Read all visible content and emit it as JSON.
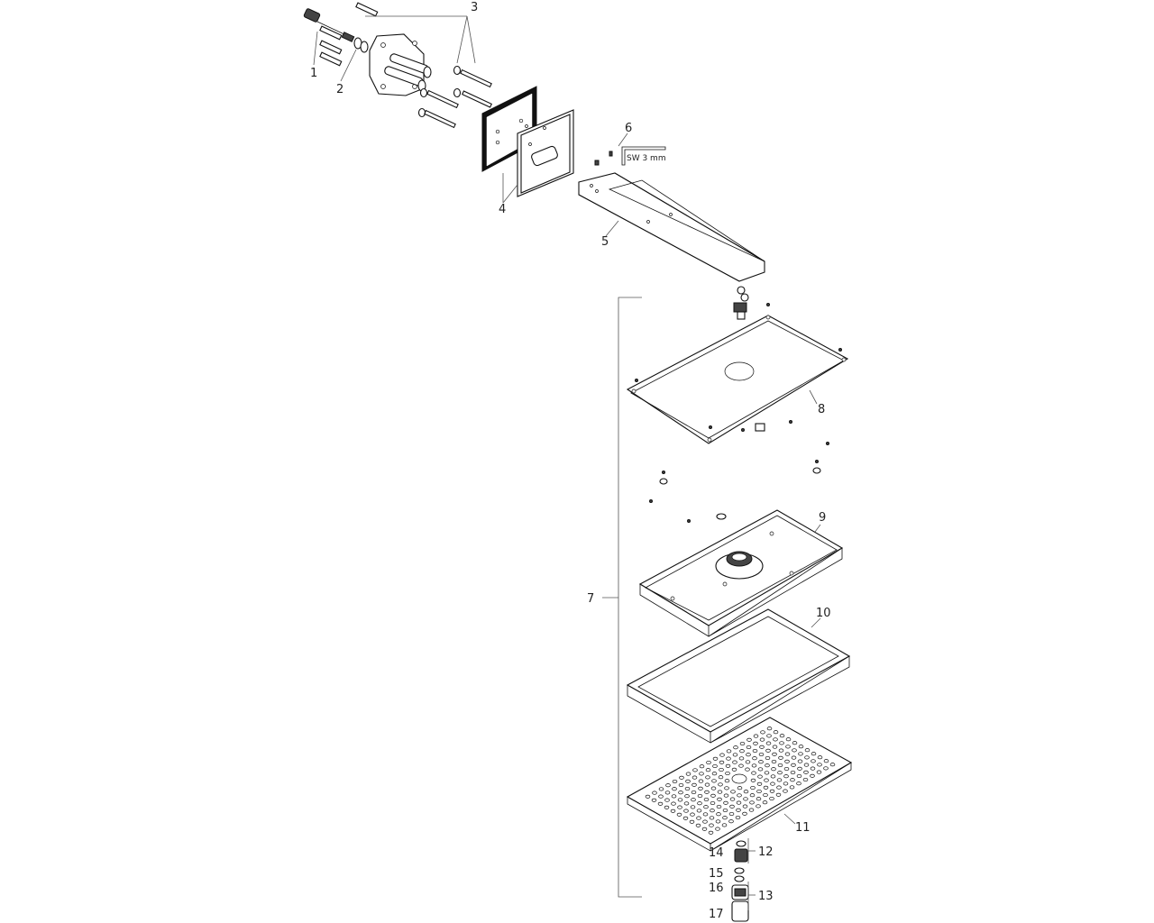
{
  "diagram": {
    "callouts": [
      "1",
      "2",
      "3",
      "4",
      "5",
      "6",
      "7",
      "8",
      "9",
      "10",
      "11",
      "12",
      "13",
      "14",
      "15",
      "16",
      "17"
    ],
    "tool_label": "SW 3 mm"
  }
}
